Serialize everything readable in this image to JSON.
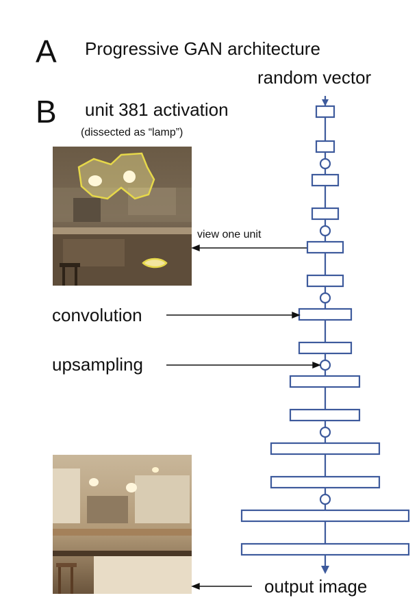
{
  "panel_a": {
    "letter": "A",
    "title": "Progressive GAN architecture"
  },
  "panel_b": {
    "letter": "B",
    "title": "unit 381 activation",
    "subtitle": "(dissected as “lamp”)"
  },
  "network": {
    "input_label": "random vector",
    "output_label": "output image",
    "view_unit_label": "view one unit",
    "convolution_label": "convolution",
    "upsampling_label": "upsampling",
    "layer_color": "#3d5a9c"
  },
  "images": {
    "activation_image": "kitchen-with-highlighted-lamps",
    "output_image": "generated-kitchen"
  }
}
